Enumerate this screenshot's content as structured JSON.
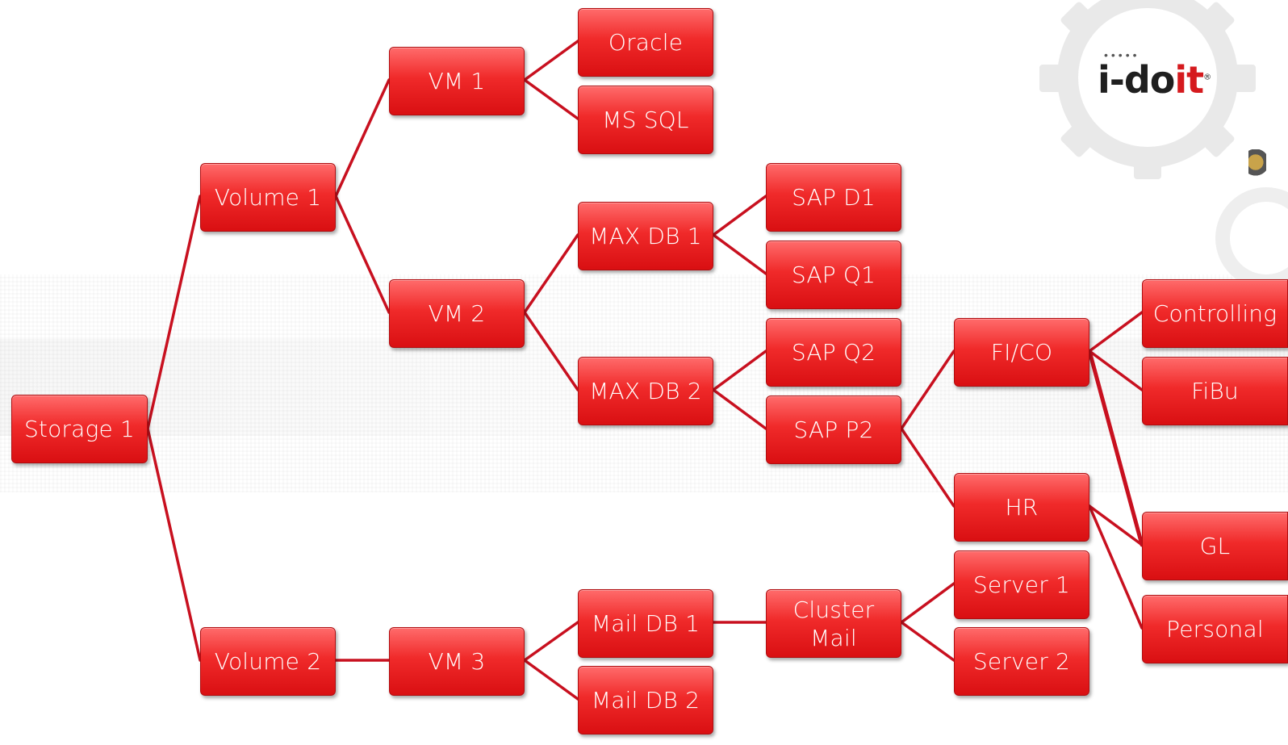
{
  "logo": {
    "prefix": "i-do",
    "suffix": "it",
    "trademark": "®"
  },
  "nodes": {
    "storage1": "Storage 1",
    "volume1": "Volume 1",
    "volume2": "Volume 2",
    "vm1": "VM 1",
    "vm2": "VM 2",
    "vm3": "VM 3",
    "oracle": "Oracle",
    "mssql": "MS SQL",
    "maxdb1": "MAX DB 1",
    "maxdb2": "MAX DB 2",
    "maildb1": "Mail DB 1",
    "maildb2": "Mail DB 2",
    "sapd1": "SAP D1",
    "sapq1": "SAP Q1",
    "sapq2": "SAP Q2",
    "sapp2": "SAP P2",
    "clustermail": "Cluster\nMail",
    "fico": "FI/CO",
    "hr": "HR",
    "server1": "Server 1",
    "server2": "Server 2",
    "controlling": "Controlling",
    "fibu": "FiBu",
    "gl": "GL",
    "personal": "Personal"
  },
  "colors": {
    "node_fill": "#e8191c",
    "connector": "#c8101f",
    "node_text": "#ffffff"
  }
}
